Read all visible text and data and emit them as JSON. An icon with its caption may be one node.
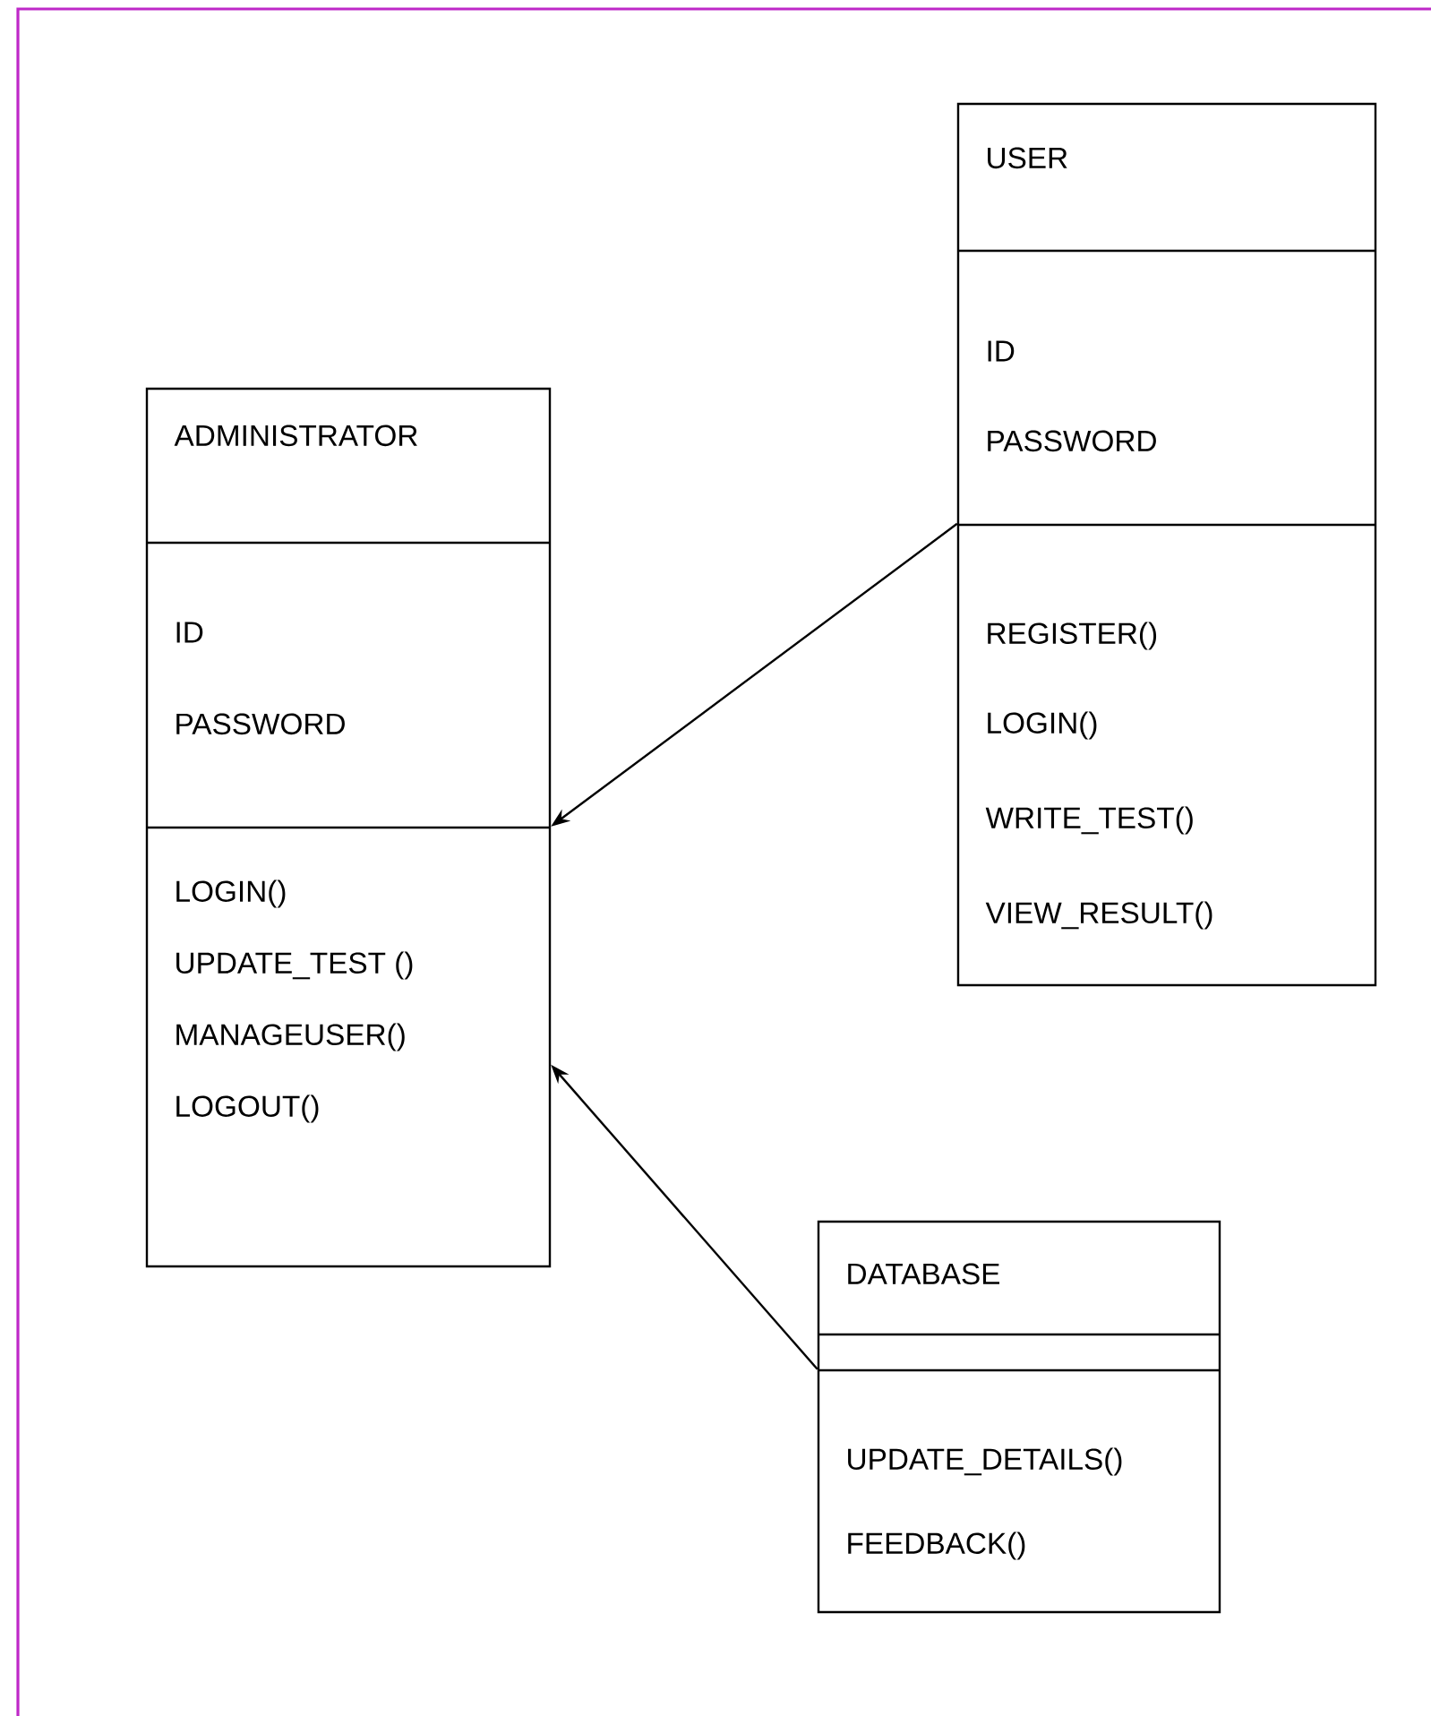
{
  "diagram": {
    "nodes": [
      {
        "text": [
          "ADMINISTRATOR",
          "ID",
          "PASSWORD",
          "LOGIN()",
          "UPDATE_TEST ()",
          "MANAGEUSER()",
          "LOGOUT()"
        ]
      },
      {
        "text": [
          "USER",
          "ID",
          "PASSWORD",
          "REGISTER()",
          "LOGIN()",
          "WRITE_TEST()",
          "VIEW_RESULT()"
        ]
      },
      {
        "text": [
          "DATABASE",
          "UPDATE_DETAILS()",
          "FEEDBACK()"
        ]
      }
    ],
    "edges": [
      {
        "from": 1,
        "to": 0,
        "arrow": "to"
      },
      {
        "from": 2,
        "to": 0,
        "arrow": "to"
      }
    ]
  }
}
